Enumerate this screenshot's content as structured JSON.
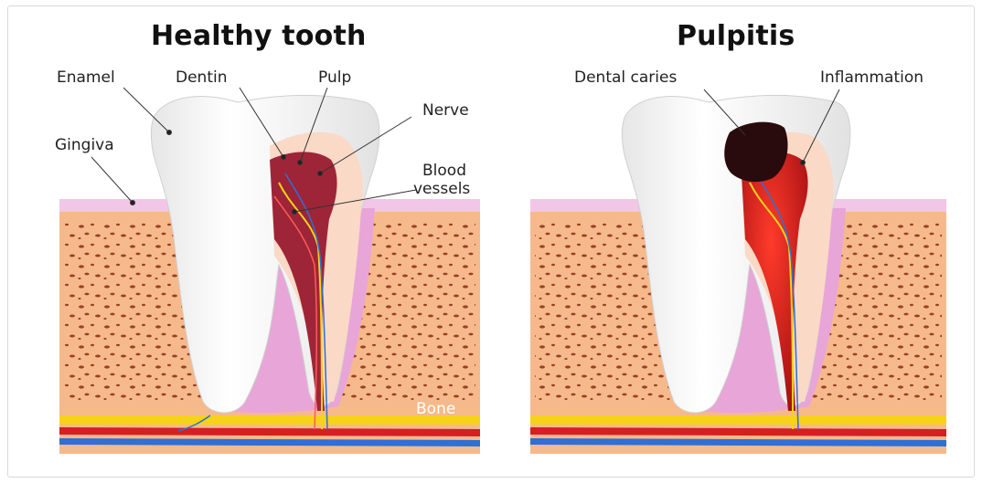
{
  "panels": [
    {
      "title": "Healthy tooth",
      "labels": {
        "enamel": "Enamel",
        "dentin": "Dentin",
        "pulp": "Pulp",
        "nerve": "Nerve",
        "gingiva": "Gingiva",
        "blood_vessels_line1": "Blood",
        "blood_vessels_line2": "vessels",
        "bone": "Bone"
      }
    },
    {
      "title": "Pulpitis",
      "labels": {
        "dental_caries": "Dental caries",
        "inflammation": "Inflammation"
      }
    }
  ],
  "colors": {
    "bone": "#f6b98c",
    "bone_pores": "#8a2c12",
    "gum": "#e8a5d8",
    "gum_top": "#f2c6e6",
    "enamel": "#f3f3f3",
    "dentin": "#fad9c6",
    "pulp": "#9e2537",
    "pulp_inflamed": "#e2261f",
    "caries": "#2a0b0d",
    "vessel_red": "#d42020",
    "vessel_blue": "#2f6fd6",
    "nerve_yellow": "#f6d21b"
  }
}
